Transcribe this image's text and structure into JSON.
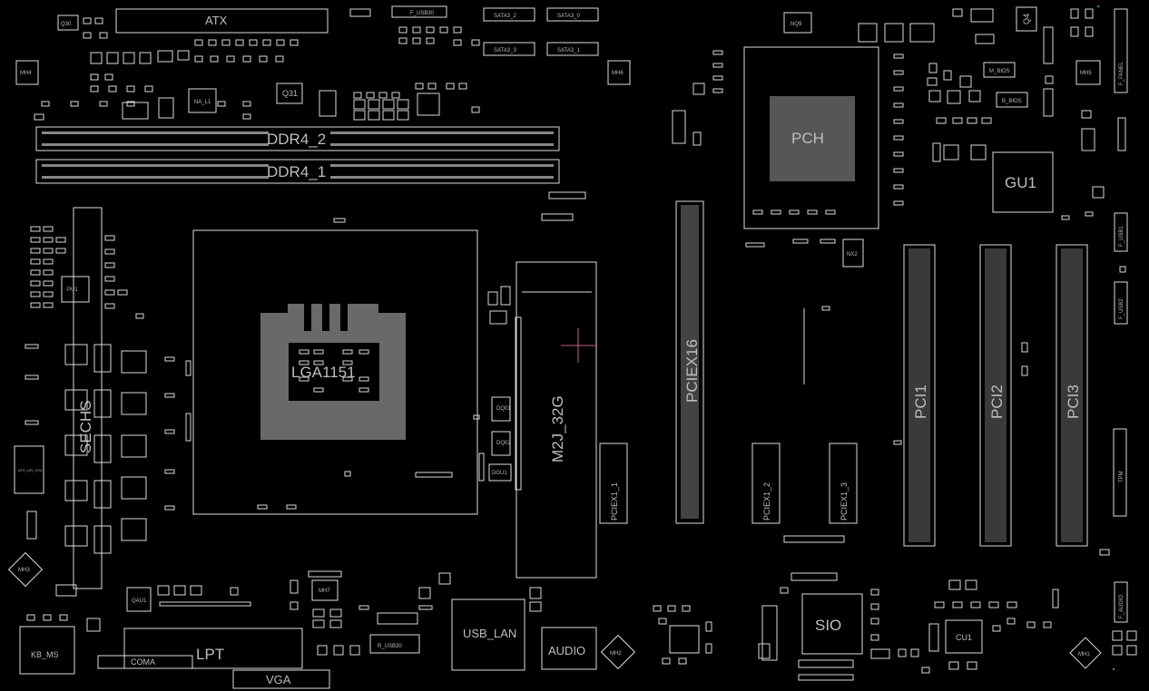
{
  "labels": {
    "atx": "ATX",
    "ddr4_2": "DDR4_2",
    "ddr4_1": "DDR4_1",
    "lga": "LGA1151",
    "m2": "M2J_32G",
    "pciex16": "PCIEX16",
    "pciex1_1": "PCIEX1_1",
    "pciex1_2": "PCIEX1_2",
    "pciex1_3": "PCIEX1_3",
    "pci1": "PCI1",
    "pci2": "PCI2",
    "pci3": "PCI3",
    "pch": "PCH",
    "gu1": "GU1",
    "sio": "SIO",
    "cu1": "CU1",
    "lpt": "LPT",
    "coma": "COMA",
    "vga": "VGA",
    "kb_ms": "KB_MS",
    "usb_lan": "USB_LAN",
    "audio": "AUDIO",
    "r_usb30": "R_USB30",
    "f_usb30": "F_USB30",
    "sata3_2": "SATA3_2",
    "sata3_0": "SATA3_0",
    "sata3_3": "SATA3_3",
    "sata3_1": "SATA3_1",
    "f_panel": "F_PANEL",
    "f_usb1": "F_USB1",
    "f_usb2": "F_USB2",
    "f_audio": "F_AUDIO",
    "tpm": "TPM",
    "q30": "Q30",
    "q31": "Q31",
    "q4": "Q4",
    "nq9": "NQ9",
    "nx2": "NX2",
    "qau1": "QAU1",
    "mh4": "MH4",
    "mh5": "MH5",
    "mh6": "MH6",
    "mh3": "MH3",
    "mh2": "MH2",
    "mh7": "MH7",
    "mh1": "MH1",
    "m_bios": "M_BIOS",
    "b_bios": "B_BIOS",
    "na_l1": "NA_L1",
    "atx_12v": "ATX_12V_2X4",
    "chokes": "SECHS",
    "pu1": "PU1",
    "dq01": "DQ01",
    "dq02": "DQ02",
    "dgu1": "DGU1"
  },
  "colors": {
    "background": "#000000",
    "line": "#dcdcdc",
    "label": "#bdbdbd",
    "marker": "#c06080",
    "dot": "#1fae4a"
  }
}
